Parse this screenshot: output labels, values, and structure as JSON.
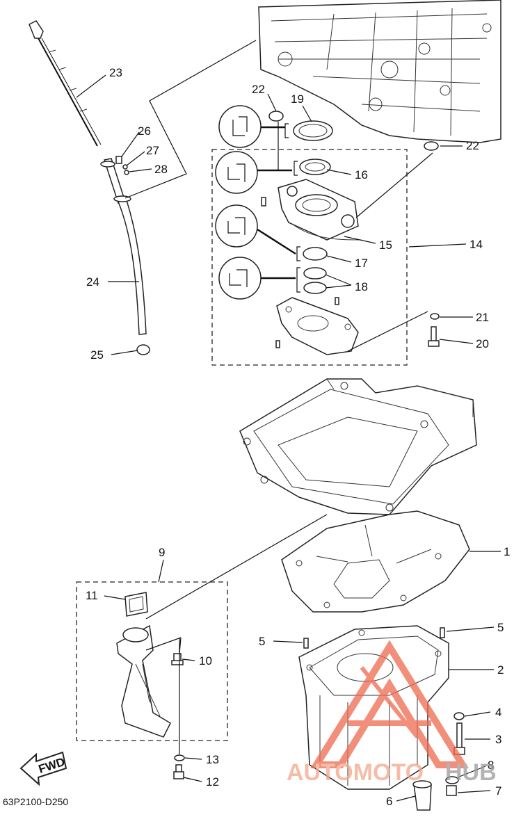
{
  "diagram": {
    "code": "63P2100-D250",
    "fwd_label": "FWD",
    "watermark": {
      "part1": "AUTOMOTO",
      "part2": "HUB",
      "color_red": "#f0a080",
      "color_gray": "#999999"
    },
    "callouts": [
      "23",
      "22",
      "19",
      "26",
      "27",
      "28",
      "16",
      "22",
      "15",
      "14",
      "24",
      "17",
      "18",
      "21",
      "20",
      "25",
      "9",
      "1",
      "11",
      "5",
      "5",
      "10",
      "2",
      "4",
      "3",
      "13",
      "8",
      "12",
      "6",
      "7"
    ]
  }
}
